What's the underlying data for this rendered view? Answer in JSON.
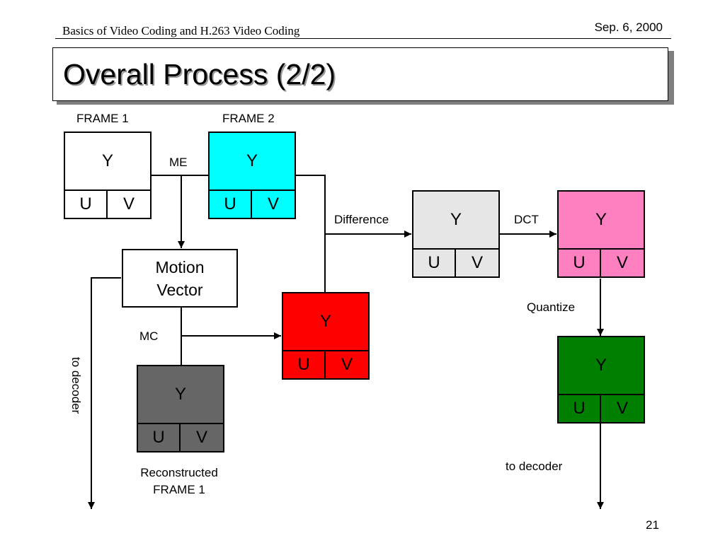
{
  "header": {
    "course_title": "Basics of Video Coding and H.263 Video Coding",
    "date": "Sep. 6, 2000"
  },
  "slide": {
    "title": "Overall Process (2/2)",
    "page_number": "21"
  },
  "blocks": {
    "frame1": {
      "label": "FRAME 1",
      "y": "Y",
      "u": "U",
      "v": "V",
      "color": "#ffffff"
    },
    "frame2": {
      "label": "FRAME 2",
      "y": "Y",
      "u": "U",
      "v": "V",
      "color": "#00ffff"
    },
    "difference": {
      "y": "Y",
      "u": "U",
      "v": "V",
      "color": "#e6e6e6"
    },
    "dct": {
      "y": "Y",
      "u": "U",
      "v": "V",
      "color": "#ff80c0"
    },
    "predicted": {
      "y": "Y",
      "u": "U",
      "v": "V",
      "color": "#ff0000"
    },
    "quantized": {
      "y": "Y",
      "u": "U",
      "v": "V",
      "color": "#007f00"
    },
    "reconstructed": {
      "y": "Y",
      "u": "U",
      "v": "V",
      "color": "#666666"
    }
  },
  "labels": {
    "me": "ME",
    "mc": "MC",
    "difference": "Difference",
    "dct": "DCT",
    "quantize": "Quantize",
    "to_decoder_left": "to decoder",
    "to_decoder_right": "to decoder",
    "reconstructed_line1": "Reconstructed",
    "reconstructed_line2": "FRAME 1"
  },
  "motion_vector": {
    "line1": "Motion",
    "line2": "Vector"
  }
}
